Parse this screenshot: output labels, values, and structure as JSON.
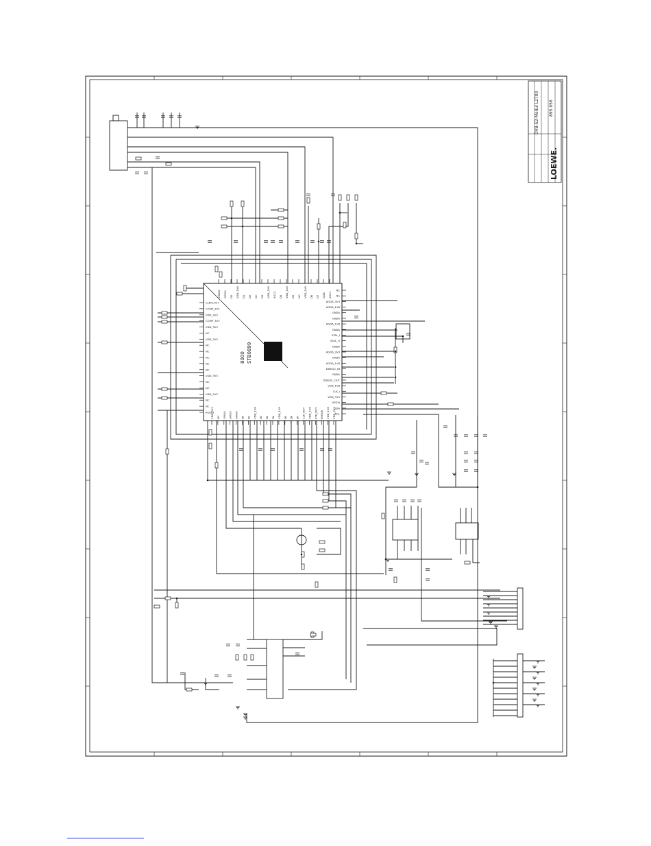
{
  "title_block": {
    "title": "DVB-S2-Modul L2700",
    "drawing_number": "895 056",
    "logo_text": "LOEWE."
  },
  "main_ic": {
    "chip_name": "STB0899",
    "variant": "8000",
    "top_pins": [
      "VDDIO",
      "GPIO3",
      "D0",
      "VDD_1V8",
      "D1",
      "D2",
      "NC",
      "D3",
      "VDD_1V8",
      "AGC2",
      "D4",
      "VDD_1V8",
      "D5",
      "NC",
      "VDD_1V8",
      "D6",
      "D7",
      "GND",
      "AGC1"
    ],
    "left_pins": [
      "CLKOUT27",
      "COMP_3V3",
      "VDD_3V3",
      "COMP_3V3",
      "VDD_3V3",
      "NC",
      "VDD_3V3",
      "NC",
      "NC",
      "NC",
      "NC",
      "NC",
      "VDD_3V3",
      "NC",
      "NC",
      "VDD_3V3",
      "NC",
      "NC",
      "RESET"
    ],
    "right_pins": [
      "NC",
      "NC",
      "AGDA_3V3",
      "AGDA_1V8",
      "GNDA",
      "GNDA",
      "AGDA_1V8",
      "GNDA",
      "XTAL_I",
      "XTAL_O",
      "GNDA",
      "AGDA_3V3",
      "GNDA",
      "AGDA_1V8",
      "DISEQC_IN",
      "GNDA",
      "DISEQC_OUT",
      "VDD_1V8",
      "CLK_I",
      "VDD_3V3",
      "GPIO0",
      "SDA",
      "SCL"
    ],
    "bottom_pins": [
      "VDD_3V3",
      "NC",
      "GPIO4",
      "GPIO5",
      "GPIO6",
      "D0",
      "D1",
      "VDD_1V8",
      "D2",
      "D3",
      "D4",
      "VDD_1V8",
      "D5",
      "D6",
      "D7",
      "CLK_OUT",
      "VDD_1V8",
      "STR_OUT",
      "ERROR",
      "VDD_1V8",
      "VDD_3V3"
    ]
  },
  "colors": {
    "line": "#1a1a1a",
    "link": "#2b2bd8",
    "background": "#ffffff"
  }
}
